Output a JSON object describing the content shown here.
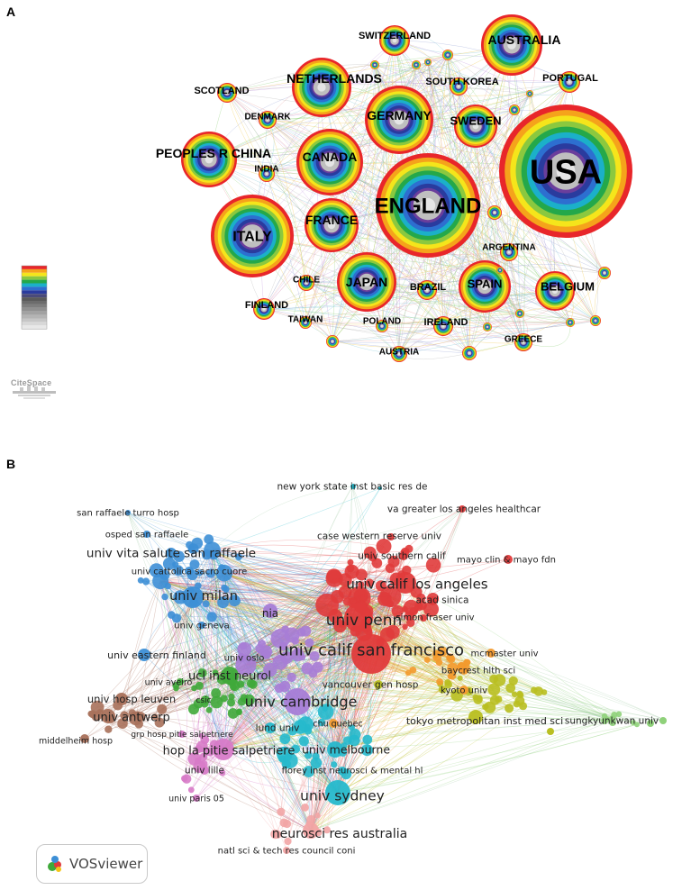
{
  "panels": {
    "a_letter": "A",
    "b_letter": "B"
  },
  "colors": {
    "ring_palette": [
      "#e8262a",
      "#f5a31b",
      "#f5e51b",
      "#8bc83f",
      "#24a84a",
      "#1bb0c9",
      "#2d6fd0",
      "#2a3b9e",
      "#6a3e9c",
      "#7a7a7a",
      "#a8a8a8",
      "#d9d9d9"
    ],
    "cluster_red": "#e03b3b",
    "cluster_blue": "#3d8fd6",
    "cluster_purple": "#a77dd6",
    "cluster_green": "#3fa93a",
    "cluster_brown": "#a9715b",
    "cluster_cyan": "#26b9cc",
    "cluster_yellow": "#b9bf21",
    "cluster_orange": "#f39a2e",
    "cluster_pink": "#d77bc8",
    "cluster_lightgreen": "#8fd17a",
    "cluster_salmon": "#f2a5a5"
  },
  "country_network": {
    "legend": "color scale",
    "brand": "CiteSpace",
    "nodes": [
      {
        "label": "USA",
        "size": "largest"
      },
      {
        "label": "ENGLAND",
        "size": "large"
      },
      {
        "label": "ITALY",
        "size": "large"
      },
      {
        "label": "AUSTRALIA",
        "size": "medium"
      },
      {
        "label": "NETHERLANDS",
        "size": "medium"
      },
      {
        "label": "GERMANY",
        "size": "medium"
      },
      {
        "label": "CANADA",
        "size": "medium"
      },
      {
        "label": "PEOPLES R CHINA",
        "size": "medium"
      },
      {
        "label": "FRANCE",
        "size": "medium"
      },
      {
        "label": "JAPAN",
        "size": "medium"
      },
      {
        "label": "SPAIN",
        "size": "medium"
      },
      {
        "label": "BELGIUM",
        "size": "medium"
      },
      {
        "label": "SWEDEN",
        "size": "medium"
      },
      {
        "label": "SWITZERLAND",
        "size": "small"
      },
      {
        "label": "SCOTLAND",
        "size": "small"
      },
      {
        "label": "DENMARK",
        "size": "small"
      },
      {
        "label": "SOUTH KOREA",
        "size": "small"
      },
      {
        "label": "PORTUGAL",
        "size": "small"
      },
      {
        "label": "INDIA",
        "size": "small"
      },
      {
        "label": "ARGENTINA",
        "size": "small"
      },
      {
        "label": "CHILE",
        "size": "small"
      },
      {
        "label": "FINLAND",
        "size": "small"
      },
      {
        "label": "BRAZIL",
        "size": "small"
      },
      {
        "label": "TAIWAN",
        "size": "small"
      },
      {
        "label": "POLAND",
        "size": "small"
      },
      {
        "label": "IRELAND",
        "size": "small"
      },
      {
        "label": "AUSTRIA",
        "size": "small"
      },
      {
        "label": "GREECE",
        "size": "small"
      }
    ]
  },
  "institution_network": {
    "brand": "VOSviewer",
    "labels": [
      "new york state inst basic res de",
      "va greater los angeles healthcar",
      "san raffaele turro hosp",
      "osped san raffaele",
      "case western reserve univ",
      "univ vita salute san raffaele",
      "univ southern calif",
      "mayo clin & mayo fdn",
      "univ cattolica sacro cuore",
      "univ calif los angeles",
      "univ milan",
      "acad sinica",
      "nia",
      "univ penn",
      "simon fraser univ",
      "univ geneva",
      "univ calif san francisco",
      "univ eastern finland",
      "mcmaster univ",
      "univ oslo",
      "ucl inst neurol",
      "baycrest hlth sci",
      "univ aveiro",
      "csic",
      "vancouver gen hosp",
      "univ hosp leuven",
      "univ cambridge",
      "kyoto univ",
      "univ antwerp",
      "tokyo metropolitan inst med sci",
      "sungkyunkwan univ",
      "grp hosp pitie salpetriere",
      "lund univ",
      "chu quebec",
      "middelheim hosp",
      "hop la pitie salpetriere",
      "univ melbourne",
      "univ lille",
      "florey inst neurosci & mental hl",
      "univ paris 05",
      "univ sydney",
      "neurosci res australia",
      "natl sci & tech res council coni"
    ]
  }
}
